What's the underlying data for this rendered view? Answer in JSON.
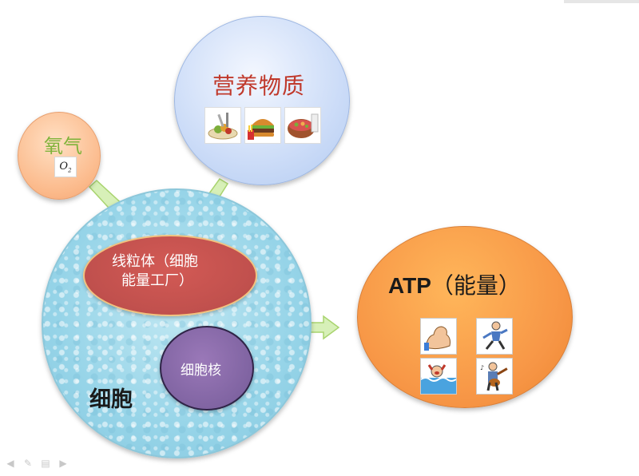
{
  "oxygen": {
    "title": "氧气",
    "formula": "O",
    "formula_sub": "2"
  },
  "nutrients": {
    "title": "营养物质",
    "icons": [
      "salad-plate-icon",
      "burger-fries-icon",
      "stew-bowl-icon"
    ]
  },
  "cell": {
    "label": "细胞",
    "mitochondria": {
      "line1": "线粒体（细胞",
      "line2": "能量工厂）"
    },
    "nucleus": "细胞核"
  },
  "atp": {
    "title_bold": "ATP",
    "title_rest": "（能量）",
    "icons": [
      "flexed-arm-icon",
      "running-man-icon",
      "swimmer-icon",
      "guitar-player-icon"
    ]
  },
  "colors": {
    "oxygen_fill": "#fbb98a",
    "nutrients_fill": "#c9daf7",
    "cell_fill": "#96d4e8",
    "mitochondria_fill": "#c0504d",
    "nucleus_fill": "#8064a2",
    "atp_fill": "#f79646",
    "arrow_fill": "#d7f0b8",
    "arrow_stroke": "#a9d46f"
  },
  "slide_nav": [
    "prev-icon",
    "pen-icon",
    "menu-icon",
    "next-icon"
  ]
}
